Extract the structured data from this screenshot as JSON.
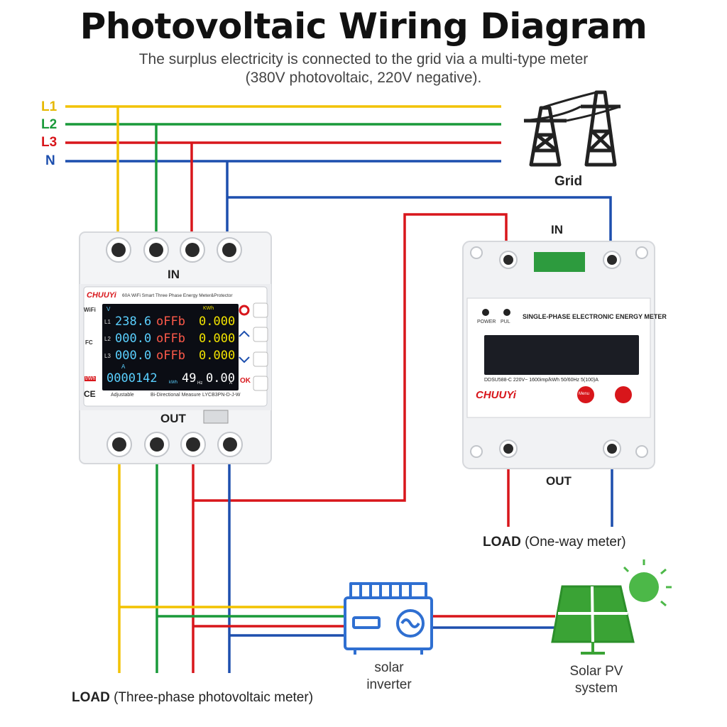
{
  "title": "Photovoltaic Wiring Diagram",
  "subtitle_line1": "The surplus electricity is connected to the grid via a multi-type meter",
  "subtitle_line2": "(380V photovoltaic, 220V negative).",
  "lines": {
    "l1": {
      "label": "L1",
      "color": "#f2c200"
    },
    "l2": {
      "label": "L2",
      "color": "#1a9a3a"
    },
    "l3": {
      "label": "L3",
      "color": "#d8161b"
    },
    "n": {
      "label": "N",
      "color": "#1d4fae"
    }
  },
  "grid": {
    "label": "Grid"
  },
  "three_phase_meter": {
    "in_label": "IN",
    "out_label": "OUT",
    "brand": "CHUUYi",
    "header": "60A WiFi Smart Three Phase Energy Meter&Protector",
    "unit_v": "V",
    "unit_kwh": "KWh",
    "row_labels": [
      "L1",
      "L2",
      "L3"
    ],
    "voltages": [
      "238.6",
      "000.0",
      "000.0"
    ],
    "statuses": [
      "oFFb",
      "oFFb",
      "oFFb"
    ],
    "energies": [
      "0.000",
      "0.000",
      "0.000"
    ],
    "bottom_unit": "A",
    "total": "0000142",
    "total_unit": "kWh",
    "freq": "49",
    "freq_unit": "Hz",
    "current": "0.00",
    "current_unit": "A",
    "wifi": "WiFi",
    "twh": "t/Wh",
    "ce": "CE",
    "fc": "FC",
    "footer_left": "Adjustable",
    "footer_mid": "Bi-Directional Measure",
    "footer_right": "LYCB3PN-D-J-W",
    "ok": "OK"
  },
  "single_phase_meter": {
    "in_label": "IN",
    "out_label": "OUT",
    "power": "POWER",
    "pul": "PUL",
    "title": "SINGLE-PHASE ELECTRONIC ENERGY METER",
    "spec": "DDSU588-C  220V~ 1600imp/kWh 50/60Hz 5(100)A",
    "brand": "CHUUYi",
    "menu": "Menu"
  },
  "load_one_way": {
    "bold": "LOAD",
    "rest": " (One-way meter)"
  },
  "load_three_phase": {
    "bold": "LOAD",
    "rest": " (Three-phase photovoltaic meter)"
  },
  "inverter": {
    "line1": "solar",
    "line2": "inverter"
  },
  "solar_pv": {
    "line1": "Solar PV",
    "line2": "system"
  }
}
